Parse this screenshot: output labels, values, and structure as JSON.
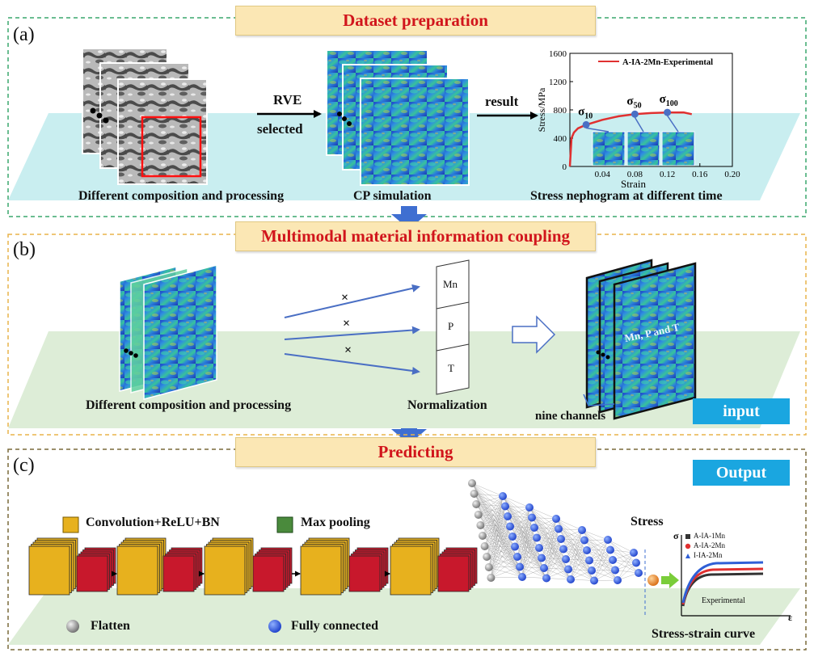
{
  "panels": {
    "a": {
      "letter": "(a)",
      "title": "Dataset preparation",
      "micro_caption": "Different composition and  processing",
      "arrow1_top": "RVE",
      "arrow1_bottom": "selected",
      "cp_caption": "CP simulation",
      "arrow2_label": "result",
      "nephogram_caption": "Stress nephogram at different time"
    },
    "b": {
      "letter": "(b)",
      "title": "Multimodal  material information coupling",
      "left_caption": "Different composition and processing",
      "multiply_sign": "×",
      "params": [
        "Mn",
        "P",
        "T"
      ],
      "normalization": "Normalization",
      "overlay_text": "Mn, P and T",
      "channels_caption": "nine channels",
      "input_button": "input"
    },
    "c": {
      "letter": "(c)",
      "title": "Predicting",
      "output_button": "Output",
      "legend_conv": "Convolution+ReLU+BN",
      "legend_pool": "Max pooling",
      "legend_flatten": "Flatten",
      "legend_fc": "Fully connected",
      "stress_title": "Stress",
      "sigma": "σ",
      "epsilon": "ε",
      "curve_legend": [
        "A-IA-1Mn",
        "A-IA-2Mn",
        "I-IA-2Mn"
      ],
      "experimental": "Experimental",
      "curve_caption": "Stress-strain curve"
    }
  },
  "chart_data": {
    "type": "line",
    "title": "",
    "xlabel": "Strain",
    "ylabel": "Stress/MPa",
    "xlim": [
      0,
      0.2
    ],
    "ylim": [
      0,
      1600
    ],
    "xticks": [
      0.04,
      0.08,
      0.12,
      0.16,
      0.2
    ],
    "yticks": [
      0,
      400,
      800,
      1200,
      1600
    ],
    "xtick_labels": [
      "0.04",
      "0.08",
      "0.12",
      "0.16",
      "0.20"
    ],
    "ytick_labels": [
      "0",
      "400",
      "800",
      "1200",
      "1600"
    ],
    "series": [
      {
        "name": "A-IA-2Mn-Experimental",
        "x": [
          0.0,
          0.002,
          0.005,
          0.01,
          0.02,
          0.04,
          0.06,
          0.08,
          0.1,
          0.12,
          0.14,
          0.15
        ],
        "y": [
          0,
          400,
          480,
          540,
          590,
          660,
          710,
          740,
          755,
          762,
          765,
          740
        ]
      }
    ],
    "annotations": [
      {
        "label": "σ10",
        "x": 0.02,
        "y": 590
      },
      {
        "label": "σ50",
        "x": 0.08,
        "y": 740
      },
      {
        "label": "σ100",
        "x": 0.12,
        "y": 765
      }
    ],
    "legend": "top-right"
  },
  "colors": {
    "panel_a_border": "#3aa76d",
    "panel_b_border": "#e8b44a",
    "panel_c_border": "#7a6a3a",
    "banner_fill": "#fbe7b4",
    "title_red": "#d1151c",
    "cyan_button": "#1aa6e0",
    "flow_arrow": "#3f6fd1",
    "curve_red": "#e03030",
    "conv_orange": "#e7b11e",
    "pool_green": "#4a8a3c",
    "cnn_red": "#c8182c"
  }
}
